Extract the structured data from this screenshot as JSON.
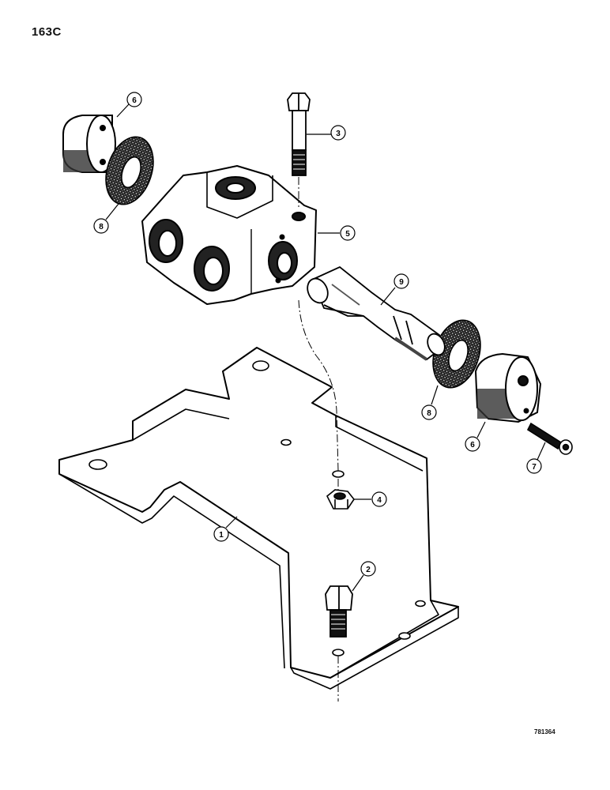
{
  "page_code": "163C",
  "drawing_number": "781364",
  "callouts": [
    {
      "id": "1",
      "label": "1"
    },
    {
      "id": "2",
      "label": "2"
    },
    {
      "id": "3",
      "label": "3"
    },
    {
      "id": "4",
      "label": "4"
    },
    {
      "id": "5",
      "label": "5"
    },
    {
      "id": "6a",
      "label": "6"
    },
    {
      "id": "6b",
      "label": "6"
    },
    {
      "id": "7",
      "label": "7"
    },
    {
      "id": "8a",
      "label": "8"
    },
    {
      "id": "8b",
      "label": "8"
    },
    {
      "id": "9",
      "label": "9"
    }
  ]
}
